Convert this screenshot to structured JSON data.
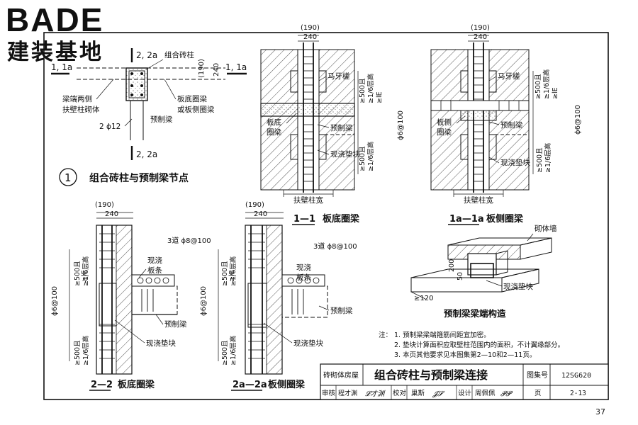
{
  "logo": {
    "brand": "BADE",
    "subtitle": "建装基地"
  },
  "page_number": "37",
  "detail1": {
    "circle_no": "1",
    "title": "组合砖柱与预制梁节点",
    "sec_22a_top": "2, 2a",
    "sec_22a_bottom": "2, 2a",
    "sec_11a_left": "1, 1a",
    "sec_11a_right": "1, 1a",
    "lbl_column": "组合砖柱",
    "dim_190": "(190)",
    "dim_240": "240",
    "lbl_wall_line1": "梁端两侧",
    "lbl_wall_line2": "扶壁柱砌体",
    "lbl_ring_line1": "板底圈梁",
    "lbl_ring_line2": "或板侧圈梁",
    "lbl_rebar": "2 ϕ12",
    "lbl_precast": "预制梁"
  },
  "sec11": {
    "dim_190": "(190)",
    "dim_240": "240",
    "lbl_maya": "马牙槎",
    "lbl_slab_line1": "板底",
    "lbl_slab_line2": "圈梁",
    "lbl_precast": "预制梁",
    "lbl_pad": "现浇垫块",
    "lbl_width": "扶壁柱宽",
    "dim_500a": "≥500且",
    "dim_16a": "≥1/6层高",
    "dim_lE": "≥lE",
    "dim_phi": "ϕ6@100",
    "dim_500b": "≥500且",
    "dim_16b": "≥1/6层高",
    "title_no": "1—1",
    "title": "板底圈梁"
  },
  "sec1a": {
    "dim_190": "(190)",
    "dim_240": "240",
    "lbl_maya": "马牙槎",
    "lbl_slab_line1": "板侧",
    "lbl_slab_line2": "圈梁",
    "lbl_precast": "预制梁",
    "lbl_pad": "现浇垫块",
    "lbl_width": "扶壁柱宽",
    "dim_500a": "≥500且",
    "dim_16a": "≥1/6层高",
    "dim_lE": "≥lE",
    "dim_phi": "ϕ6@100",
    "dim_500b": "≥500且",
    "dim_16b": "≥1/6层高",
    "title_no": "1a—1a",
    "title": "板侧圈梁"
  },
  "sec22": {
    "dim_190": "(190)",
    "dim_240": "240",
    "lbl_stirrup": "3道 ϕ8@100",
    "lbl_strip_line1": "现浇",
    "lbl_strip_line2": "板条",
    "lbl_precast": "预制梁",
    "lbl_pad": "现浇垫块",
    "dim_500a": "≥500且",
    "dim_16a": "≥1/6层高",
    "dim_lE": "≥lE",
    "dim_phi": "ϕ6@100",
    "dim_500b": "≥500且",
    "dim_16b": "≥1/6层高",
    "title_no": "2—2",
    "title": "板底圈梁"
  },
  "sec2a": {
    "dim_190": "(190)",
    "dim_240": "240",
    "lbl_stirrup": "3道 ϕ8@100",
    "lbl_strip_line1": "现浇",
    "lbl_strip_line2": "板条",
    "lbl_precast": "预制梁",
    "lbl_pad": "现浇垫块",
    "dim_500a": "≥500且",
    "dim_16a": "≥1/6层高",
    "dim_lE": "≥lE",
    "dim_phi": "ϕ6@100",
    "dim_500b": "≥500且",
    "dim_16b": "≥1/6层高",
    "title_no": "2a—2a",
    "title": "板侧圈梁"
  },
  "end_detail": {
    "lbl_wall": "砌体墙",
    "dim_200": "200",
    "dim_50": "50",
    "dim_120": "≥120",
    "lbl_pad": "现浇垫块",
    "title": "预制梁梁端构造"
  },
  "notes": {
    "prefix": "注：",
    "items": [
      "1. 预制梁梁端箍筋间距宜加密。",
      "2. 垫块计算面积应取壁柱范围内的面积，不计翼缘部分。",
      "3. 本页其他要求见本图集第2—10和2—11页。"
    ]
  },
  "title_block": {
    "category": "砖砌体房屋",
    "title": "组合砖柱与预制梁连接",
    "atlas_label": "图集号",
    "atlas_no": "12SG620",
    "review_label": "审核",
    "reviewer": "程才渊",
    "reviewer_sign": "𝓛才渊",
    "check_label": "校对",
    "checker": "巢斯",
    "checker_sign": "𝓙𝓢",
    "design_label": "设计",
    "designer": "周佩佩",
    "designer_sign": "𝓟𝓟",
    "page_label": "页",
    "page_no": "2-13"
  }
}
